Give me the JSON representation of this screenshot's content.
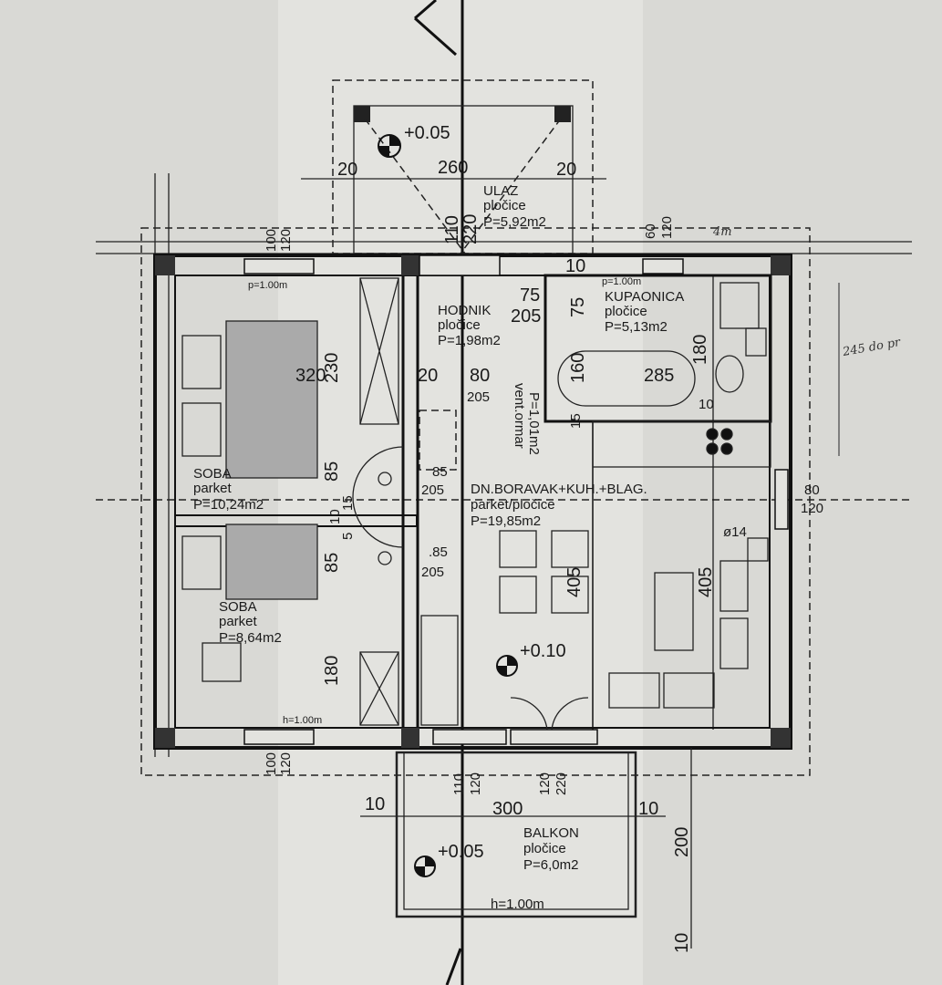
{
  "rooms": {
    "ulaz": {
      "name": "ULAZ",
      "floor": "pločice",
      "area": "P=5,92m2"
    },
    "hodnik": {
      "name": "HODNIK",
      "floor": "pločice",
      "area": "P=1,98m2"
    },
    "kupaonica": {
      "name": "KUPAONICA",
      "floor": "pločice",
      "area": "P=5,13m2"
    },
    "soba1": {
      "name": "SOBA",
      "floor": "parket",
      "area": "P=10,24m2"
    },
    "soba2": {
      "name": "SOBA",
      "floor": "parket",
      "area": "P=8,64m2"
    },
    "boravak": {
      "name": "DN.BORAVAK+KUH.+BLAG.",
      "floor": "parket/pločice",
      "area": "P=19,85m2"
    },
    "balkon": {
      "name": "BALKON",
      "floor": "pločice",
      "area": "P=6,0m2"
    },
    "ventormar": {
      "name": "vent.ormar",
      "area": "P=1,01m2"
    }
  },
  "levels": {
    "ulaz": "+0.05",
    "boravak": "+0.10",
    "balkon": "+0.05"
  },
  "parapets": {
    "p1": "p=1.00m",
    "p2": "p=1.00m",
    "p3": "h=1.00m",
    "p4": "h=1.00m"
  },
  "dims": {
    "d20a": "20",
    "d260": "260",
    "d20b": "20",
    "d110": "110",
    "d220": "220",
    "d100a": "100",
    "d120a": "120",
    "d60": "60",
    "d120b": "120",
    "d320": "320",
    "d230": "230",
    "d85a": "85",
    "d85b": "85",
    "d180a": "180",
    "d15": "15",
    "d10a": "10",
    "d515": "5",
    "d20c": "20",
    "d80a": "80",
    "d205a": "205",
    "d75a": "75",
    "d205b": "205",
    "d75b": "75",
    "d10b": "10",
    "d160": "160",
    "d180b": "180",
    "d285": "285",
    "d15b": "15",
    "d10c": "10",
    "door1top": "85",
    "door1bot": "205",
    "door2top": ".85",
    "door2bot": "205",
    "d405a": "405",
    "d405b": "405",
    "d80b": "80",
    "d120c": "120",
    "d14": "ø14",
    "d100b": "100",
    "d120d": "120",
    "d110b": "110",
    "d120e": "120",
    "d120f": "120",
    "d220b": "220",
    "d10d": "10",
    "d300": "300",
    "d10e": "10",
    "d200": "200",
    "d10f": "10"
  },
  "handwritten": {
    "note1": "245 do pr",
    "note2": "4m"
  }
}
